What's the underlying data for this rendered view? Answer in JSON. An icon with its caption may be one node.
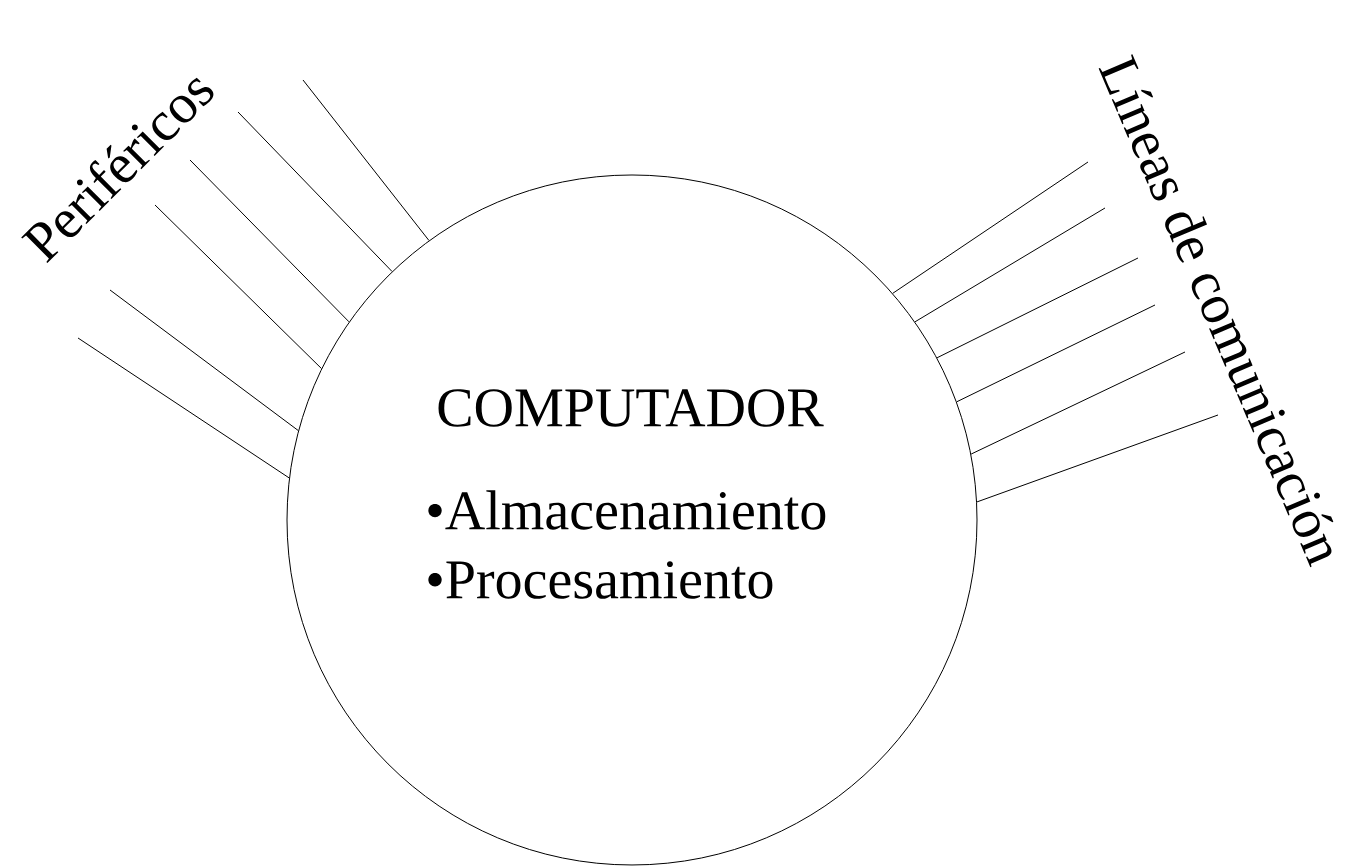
{
  "diagram": {
    "nodes": [
      {
        "text": [
          "COMPUTADOR",
          "•Almacenamiento",
          "•Procesamiento"
        ]
      },
      {
        "text": [
          "Periféricos"
        ]
      },
      {
        "text": [
          "Líneas de comunicación"
        ]
      }
    ],
    "edges": [
      {
        "from": 0,
        "to": 1,
        "arrow": "none"
      },
      {
        "from": 0,
        "to": 1,
        "arrow": "none"
      },
      {
        "from": 0,
        "to": 1,
        "arrow": "none"
      },
      {
        "from": 0,
        "to": 1,
        "arrow": "none"
      },
      {
        "from": 0,
        "to": 1,
        "arrow": "none"
      },
      {
        "from": 0,
        "to": 1,
        "arrow": "none"
      },
      {
        "from": 0,
        "to": 2,
        "arrow": "none"
      },
      {
        "from": 0,
        "to": 2,
        "arrow": "none"
      },
      {
        "from": 0,
        "to": 2,
        "arrow": "none"
      },
      {
        "from": 0,
        "to": 2,
        "arrow": "none"
      },
      {
        "from": 0,
        "to": 2,
        "arrow": "none"
      },
      {
        "from": 0,
        "to": 2,
        "arrow": "none"
      }
    ]
  }
}
